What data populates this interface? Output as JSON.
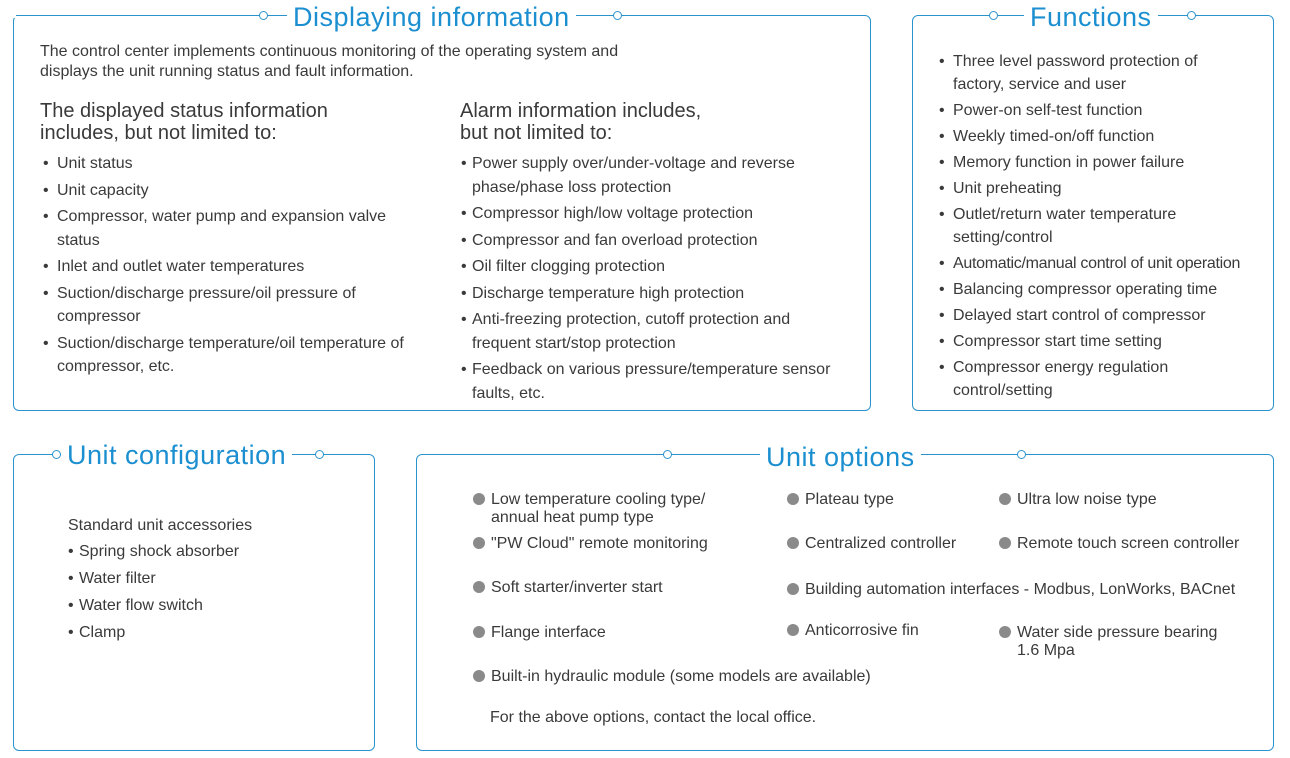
{
  "display": {
    "title": "Displaying information",
    "intro_line1": "The control center implements continuous monitoring of the operating system and",
    "intro_line2": "displays the unit running status and fault information.",
    "status_heading_line1": "The displayed status information",
    "status_heading_line2": "includes, but not limited to:",
    "status_items": [
      "Unit status",
      "Unit capacity",
      "Compressor, water pump and expansion valve status",
      "Inlet and outlet water temperatures",
      "Suction/discharge pressure/oil pressure of compressor",
      "Suction/discharge temperature/oil temperature of compressor, etc."
    ],
    "alarm_heading_line1": "Alarm information includes,",
    "alarm_heading_line2": "but not limited to:",
    "alarm_items": [
      "Power supply over/under-voltage and reverse phase/phase loss protection",
      "Compressor high/low voltage protection",
      "Compressor and fan overload protection",
      "Oil filter clogging protection",
      "Discharge temperature high protection",
      "Anti-freezing protection, cutoff protection and frequent start/stop protection",
      "Feedback on various pressure/temperature sensor faults, etc."
    ]
  },
  "functions": {
    "title": "Functions",
    "items": [
      "Three level password protection of factory, service and user",
      "Power-on self-test function",
      "Weekly timed-on/off function",
      "Memory function in power failure",
      "Unit preheating",
      "Outlet/return water temperature setting/control",
      "Automatic/manual control of unit operation",
      "Balancing compressor operating time",
      "Delayed start control of compressor",
      "Compressor start time setting",
      "Compressor energy regulation control/setting"
    ]
  },
  "config": {
    "title": "Unit configuration",
    "subheading": "Standard unit accessories",
    "items": [
      "Spring shock absorber",
      "Water filter",
      "Water flow switch",
      "Clamp"
    ]
  },
  "options": {
    "title": "Unit options",
    "low_temp_line1": "Low temperature cooling type/",
    "low_temp_line2": "annual heat pump type",
    "plateau": "Plateau type",
    "ultra_low_noise": "Ultra low noise type",
    "pw_cloud": "\"PW Cloud\" remote monitoring",
    "centralized": "Centralized controller",
    "remote_touch": "Remote touch screen controller",
    "soft_starter": "Soft starter/inverter start",
    "bas": "Building automation interfaces - Modbus, LonWorks, BACnet",
    "flange": "Flange interface",
    "anticorrosive": "Anticorrosive fin",
    "water_side_line1": "Water side pressure bearing",
    "water_side_line2": "1.6 Mpa",
    "hydraulic": "Built-in hydraulic module (some models are available)",
    "note": "For the above options, contact the local office."
  }
}
